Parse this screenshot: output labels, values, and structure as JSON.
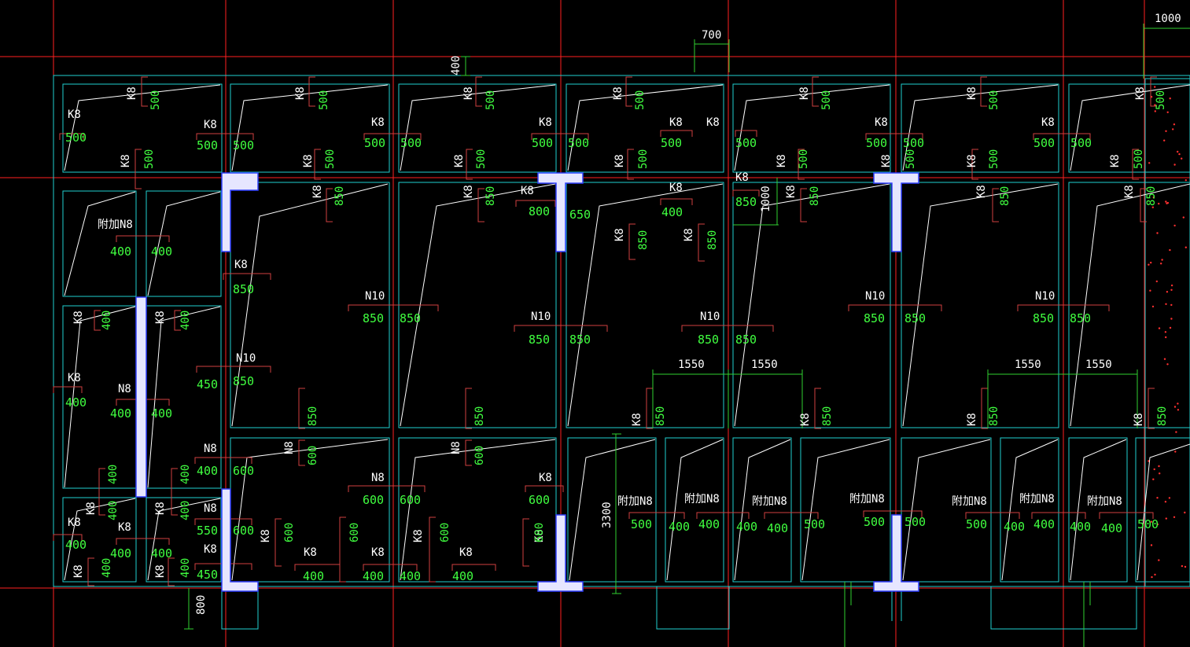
{
  "colors": {
    "background": "#000000",
    "axis": "#ff2020",
    "slab": "#20d0d0",
    "rebar": "#ffffff",
    "label": "#ffffff",
    "value": "#40ff40",
    "dim_line": "#30d030",
    "dim_text": "#ffffff",
    "leader": "#d04040",
    "column": "#e6e6ff",
    "column_edge": "#3040ff"
  },
  "dims": {
    "top_right": "1000",
    "top_mid": "700",
    "top_left_vert": "400",
    "mid_vert": "1000",
    "left_col_vert": "3300",
    "bottom_vert": "800",
    "span_a1": "1550",
    "span_a2": "1550",
    "span_b1": "1550",
    "span_b2": "1550"
  },
  "labels": {
    "k8": "K8",
    "n8": "N8",
    "n10": "N10",
    "add_n8": "附加N8",
    "v400": "400",
    "v450": "450",
    "v500": "500",
    "v550": "550",
    "v600": "600",
    "v650": "650",
    "v800": "800",
    "v850": "850"
  }
}
